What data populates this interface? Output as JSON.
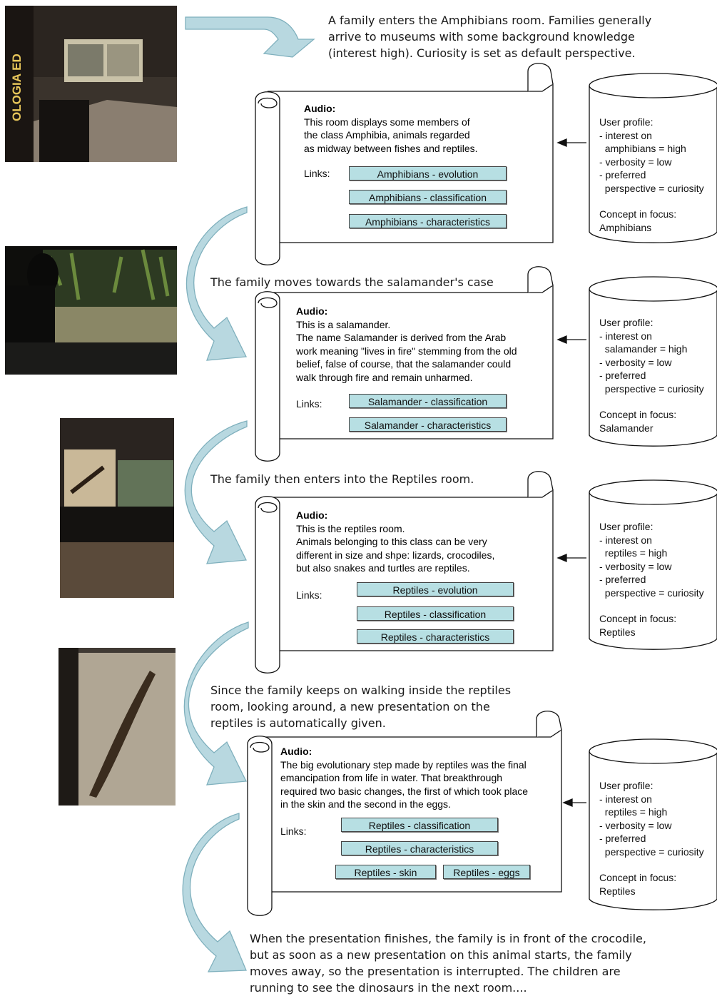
{
  "narration": [
    "A family enters the Amphibians room. Families generally\narrive to museums with some background knowledge\n(interest high). Curiosity is set as default perspective.",
    "The family moves towards the salamander's case",
    "The family then enters into the Reptiles room.",
    "Since the family keeps on walking inside the reptiles\nroom, looking around, a new presentation on the\nreptiles is automatically given.",
    "When the presentation finishes, the family is in front of the crocodile,\nbut as soon as a new presentation on this animal starts, the family\nmoves away, so the presentation is interrupted. The children are\nrunning to see the dinosaurs in the next room...."
  ],
  "photo_text": "OLOGIA ED",
  "steps": [
    {
      "audio_heading": "Audio:",
      "audio_lines": [
        "This room displays some members of",
        "the class Amphibia, animals regarded",
        "as midway between fishes and reptiles."
      ],
      "links_label": "Links:",
      "links": [
        "Amphibians - evolution",
        "Amphibians - classification",
        "Amphibians - characteristics"
      ],
      "profile_title": "User profile:",
      "profile_lines": [
        "- interest on",
        "  amphibians = high",
        "- verbosity = low",
        "- preferred",
        "  perspective = curiosity"
      ],
      "focus_label": "Concept in focus:",
      "focus_value": "Amphibians"
    },
    {
      "audio_heading": "Audio:",
      "audio_lines": [
        "This is a salamander.",
        "The name Salamander is derived from the Arab",
        "work meaning \"lives in fire\" stemming from the old",
        "belief, false of course, that the salamander could",
        "walk through fire and remain unharmed."
      ],
      "links_label": "Links:",
      "links": [
        "Salamander - classification",
        "Salamander - characteristics"
      ],
      "profile_title": "User profile:",
      "profile_lines": [
        "- interest on",
        "  salamander = high",
        "- verbosity = low",
        "- preferred",
        "  perspective = curiosity"
      ],
      "focus_label": "Concept in focus:",
      "focus_value": "Salamander"
    },
    {
      "audio_heading": "Audio:",
      "audio_lines": [
        "This is the reptiles room.",
        "Animals belonging to this class can be very",
        "different in size and shpe: lizards, crocodiles,",
        "but also snakes and turtles are reptiles."
      ],
      "links_label": "Links:",
      "links": [
        "Reptiles - evolution",
        "Reptiles - classification",
        "Reptiles - characteristics"
      ],
      "profile_title": "User profile:",
      "profile_lines": [
        "- interest on",
        "  reptiles = high",
        "- verbosity = low",
        "- preferred",
        "  perspective = curiosity"
      ],
      "focus_label": "Concept in focus:",
      "focus_value": "Reptiles"
    },
    {
      "audio_heading": "Audio:",
      "audio_lines": [
        "The big evolutionary step made by reptiles was the final",
        "emancipation from life in water. That breakthrough",
        "required two basic changes, the first of which took place",
        "in the skin and the second in the eggs."
      ],
      "links_label": "Links:",
      "links": [
        "Reptiles - classification",
        "Reptiles - characteristics",
        "Reptiles - skin",
        "Reptiles - eggs"
      ],
      "profile_title": "User profile:",
      "profile_lines": [
        "- interest on",
        "  reptiles = high",
        "- verbosity = low",
        "- preferred",
        "  perspective = curiosity"
      ],
      "focus_label": "Concept in focus:",
      "focus_value": "Reptiles"
    }
  ],
  "colors": {
    "link_fill": "#b7dfe3",
    "arrow_fill": "#b8d8e0",
    "arrow_stroke": "#7fb0bd"
  }
}
